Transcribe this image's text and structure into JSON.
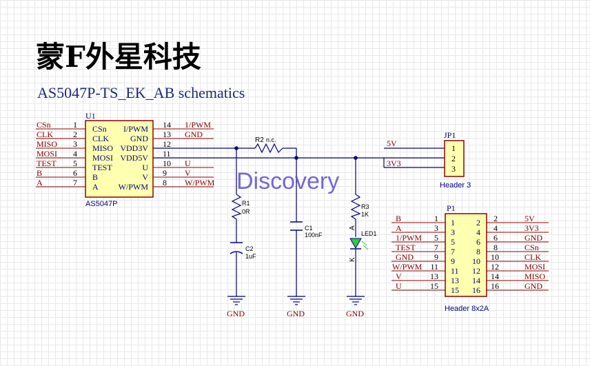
{
  "company_title": "蒙F外星科技",
  "schematic_title": "AS5047P-TS_EK_AB schematics",
  "watermark": "Discovery",
  "u1": {
    "designator": "U1",
    "part": "AS5047P",
    "left_pins": [
      {
        "net": "CSn",
        "num": "1",
        "name": "CSn"
      },
      {
        "net": "CLK",
        "num": "2",
        "name": "CLK"
      },
      {
        "net": "MISO",
        "num": "3",
        "name": "MISO"
      },
      {
        "net": "MOSI",
        "num": "4",
        "name": "MOSI"
      },
      {
        "net": "TEST",
        "num": "5",
        "name": "TEST"
      },
      {
        "net": "B",
        "num": "6",
        "name": "B"
      },
      {
        "net": "A",
        "num": "7",
        "name": "A"
      }
    ],
    "right_pins": [
      {
        "name": "I/PWM",
        "num": "14",
        "net": "1/PWM"
      },
      {
        "name": "GND",
        "num": "13",
        "net": "GND"
      },
      {
        "name": "VDD3V",
        "num": "12",
        "net": ""
      },
      {
        "name": "VDD5V",
        "num": "11",
        "net": ""
      },
      {
        "name": "U",
        "num": "10",
        "net": "U"
      },
      {
        "name": "V",
        "num": "9",
        "net": "V"
      },
      {
        "name": "W/PWM",
        "num": "8",
        "net": "W/PWM"
      }
    ]
  },
  "r2": {
    "designator": "R2",
    "value": "n.c."
  },
  "r1": {
    "designator": "R1",
    "value": "0R"
  },
  "c2": {
    "designator": "C2",
    "value": "1uF"
  },
  "c1": {
    "designator": "C1",
    "value": "100nF"
  },
  "r3": {
    "designator": "R3",
    "value": "1K"
  },
  "led1": {
    "designator": "LED1",
    "anode": "A",
    "cathode": "K"
  },
  "gnd_label": "GND",
  "jp1": {
    "designator": "JP1",
    "part": "Header 3",
    "pins": [
      {
        "num": "1",
        "net": "5V"
      },
      {
        "num": "2",
        "net": ""
      },
      {
        "num": "3",
        "net": "3V3"
      }
    ]
  },
  "p1": {
    "designator": "P1",
    "part": "Header 8x2A",
    "left": [
      {
        "net": "B",
        "num": "1"
      },
      {
        "net": "A",
        "num": "3"
      },
      {
        "net": "1/PWM",
        "num": "5"
      },
      {
        "net": "TEST",
        "num": "7"
      },
      {
        "net": "GND",
        "num": "9"
      },
      {
        "net": "W/PWM",
        "num": "11"
      },
      {
        "net": "V",
        "num": "13"
      },
      {
        "net": "U",
        "num": "15"
      }
    ],
    "right": [
      {
        "num": "2",
        "net": "5V"
      },
      {
        "num": "4",
        "net": "3V3"
      },
      {
        "num": "6",
        "net": "GND"
      },
      {
        "num": "8",
        "net": "CSn"
      },
      {
        "num": "10",
        "net": "CLK"
      },
      {
        "num": "12",
        "net": "MOSI"
      },
      {
        "num": "14",
        "net": "MISO"
      },
      {
        "num": "16",
        "net": "GND"
      }
    ]
  },
  "colors": {
    "component_fill": "#ffffb0",
    "component_stroke": "#8b0000",
    "wire": "#000080",
    "net_label": "#800000",
    "text": "#000080",
    "pin_number": "#000000",
    "led_fill": "#2ecc40",
    "watermark": "#5a4fcf",
    "title": "#000000",
    "schematic_title": "#1a2a7a"
  }
}
